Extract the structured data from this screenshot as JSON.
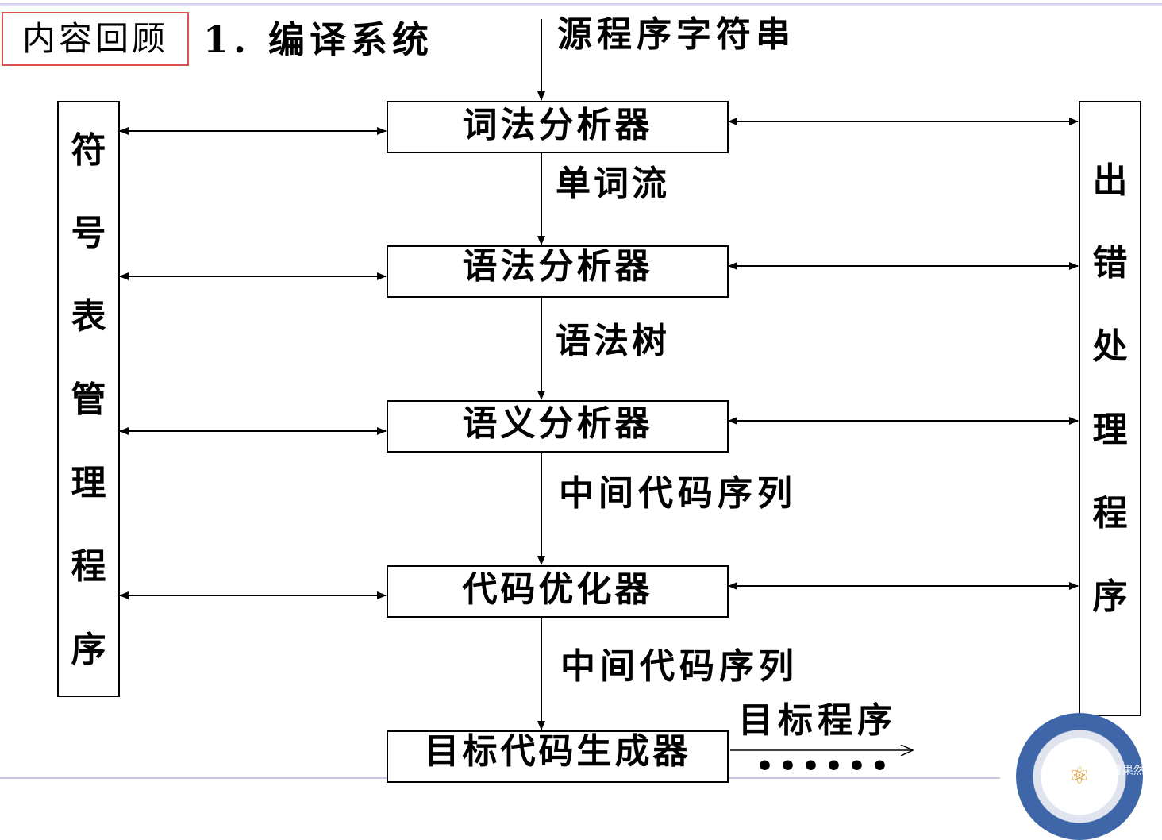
{
  "header": {
    "review_tag": "内容回顾",
    "title": "1. 编译系统"
  },
  "input_label": "源程序字符串",
  "stages": [
    {
      "label": "词法分析器"
    },
    {
      "label": "语法分析器"
    },
    {
      "label": "语义分析器"
    },
    {
      "label": "代码优化器"
    },
    {
      "label": "目标代码生成器"
    }
  ],
  "flows": [
    {
      "label": "单词流"
    },
    {
      "label": "语法树"
    },
    {
      "label": "中间代码序列"
    },
    {
      "label": "中间代码序列"
    }
  ],
  "output_label": "目标程序",
  "output_dots": "••••••",
  "symbol_table_manager": {
    "label": "符号表管理程序",
    "chars": [
      "符",
      "号",
      "表",
      "管",
      "理",
      "程",
      "序"
    ]
  },
  "error_handler": {
    "label": "出错处理程序",
    "chars": [
      "出",
      "错",
      "处",
      "理",
      "程",
      "序"
    ]
  },
  "watermark": "CSDN@青果然",
  "logo_icon": "university-emblem-icon"
}
